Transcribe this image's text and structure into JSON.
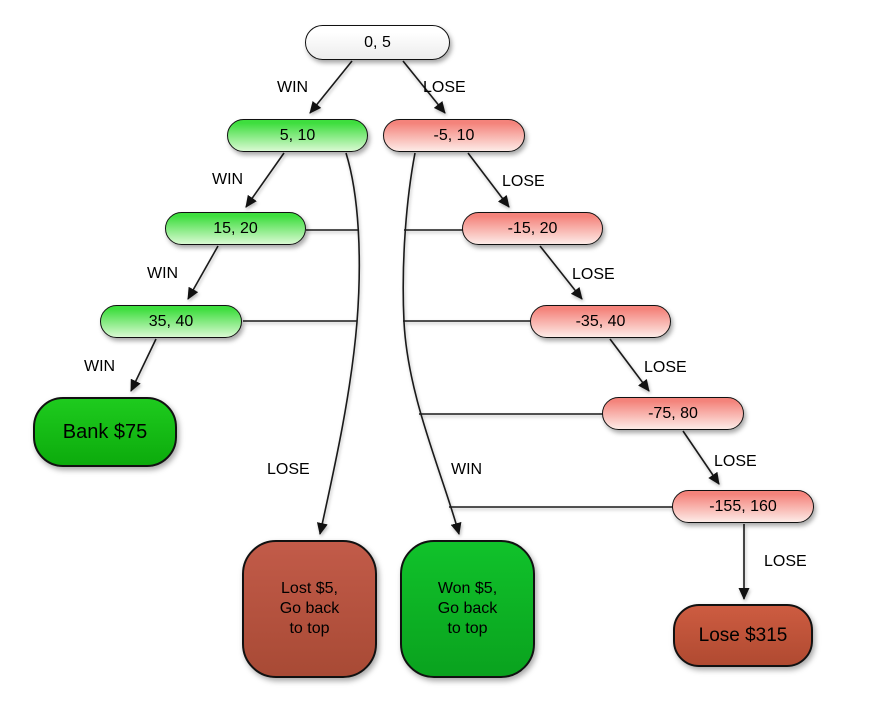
{
  "diagram": {
    "nodes": {
      "start": {
        "label": "0, 5"
      },
      "win1": {
        "label": "5, 10"
      },
      "win2": {
        "label": "15, 20"
      },
      "win3": {
        "label": "35, 40"
      },
      "bank": {
        "label": "Bank $75"
      },
      "lose1": {
        "label": "-5, 10"
      },
      "lose2": {
        "label": "-15, 20"
      },
      "lose3": {
        "label": "-35, 40"
      },
      "lose4": {
        "label": "-75, 80"
      },
      "lose5": {
        "label": "-155, 160"
      },
      "lose_final": {
        "label": "Lose $315"
      },
      "lost_reset": {
        "lines": [
          "Lost $5,",
          "Go back",
          "to top"
        ]
      },
      "won_reset": {
        "lines": [
          "Won $5,",
          "Go back",
          "to top"
        ]
      }
    },
    "edge_labels": {
      "win_start": "WIN",
      "lose_start": "LOSE",
      "win_2": "WIN",
      "lose_2": "LOSE",
      "win_3": "WIN",
      "lose_3": "LOSE",
      "win_4": "WIN",
      "lose_4": "LOSE",
      "lose_5": "LOSE",
      "lose_curve": "LOSE",
      "win_curve": "WIN",
      "lose_final": "LOSE"
    },
    "colors": {
      "start_node_top": "#ffffff",
      "start_node_bottom": "#ececec",
      "win_node_top": "#3ede3e",
      "win_node_bottom": "#d9f9d2",
      "lose_node_top": "#f4837b",
      "lose_node_bottom": "#fdebe7",
      "bank_green": "#1ecb1e",
      "won_green": "#10c22b",
      "lost_red": "#c25b49",
      "lose_final_red": "#cd5c41",
      "edge": "#1a1a1a"
    }
  }
}
